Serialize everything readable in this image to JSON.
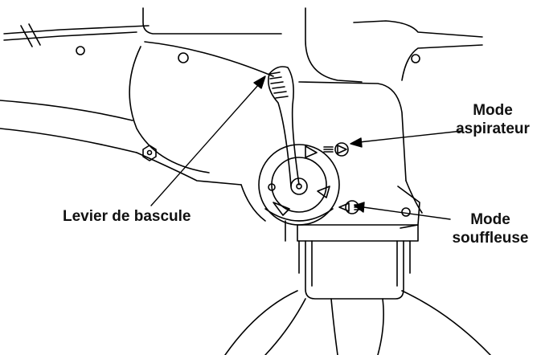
{
  "labels": {
    "aspirateur": {
      "line1": "Mode",
      "line2": "aspirateur"
    },
    "souffleuse": {
      "line1": "Mode",
      "line2": "souffleuse"
    },
    "levier": "Levier de bascule"
  },
  "colors": {
    "stroke": "#000000",
    "background": "#ffffff",
    "text": "#111111"
  },
  "icons": [
    "vacuum-mode-icon",
    "blower-mode-icon",
    "arrow-icon"
  ]
}
